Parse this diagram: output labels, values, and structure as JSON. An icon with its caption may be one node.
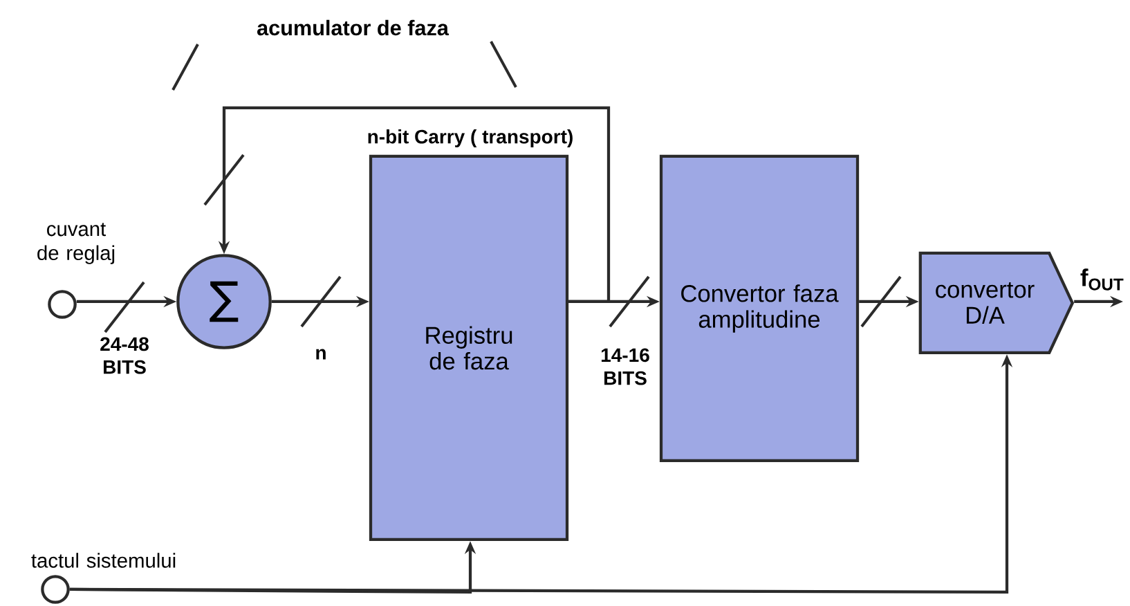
{
  "diagram": {
    "nodes": [
      {
        "text": [],
        "shape": "circle",
        "beside": [
          "cuvant de reglaj"
        ]
      },
      {
        "text": [
          "∑"
        ]
      },
      {
        "text": [
          "Registru de faza"
        ]
      },
      {
        "text": [
          "Convertor faza amplitudine"
        ]
      },
      {
        "text": [
          "convertor D/A"
        ]
      },
      {
        "text": [],
        "shape": "circle",
        "beside": [
          "tactul sistemului"
        ]
      }
    ],
    "edges": [
      {
        "from": 0,
        "to": 1,
        "arrow": "to",
        "label": "24-48 BITS"
      },
      {
        "from": 1,
        "to": 2,
        "arrow": "to",
        "label": "n"
      },
      {
        "from": 2,
        "to": 1,
        "arrow": "to",
        "label": "n-bit Carry ( transport)"
      },
      {
        "from": 2,
        "to": 3,
        "arrow": "to",
        "label": "14-16 BITS"
      },
      {
        "from": 3,
        "to": 4,
        "arrow": "to"
      },
      {
        "from": 4,
        "to": null,
        "arrow": "to",
        "label": "f$_{OUT}$"
      },
      {
        "from": 5,
        "to": 2,
        "arrow": "to"
      },
      {
        "from": 5,
        "to": 4,
        "arrow": "to"
      }
    ],
    "labels": [
      "acumulator de faza"
    ]
  }
}
